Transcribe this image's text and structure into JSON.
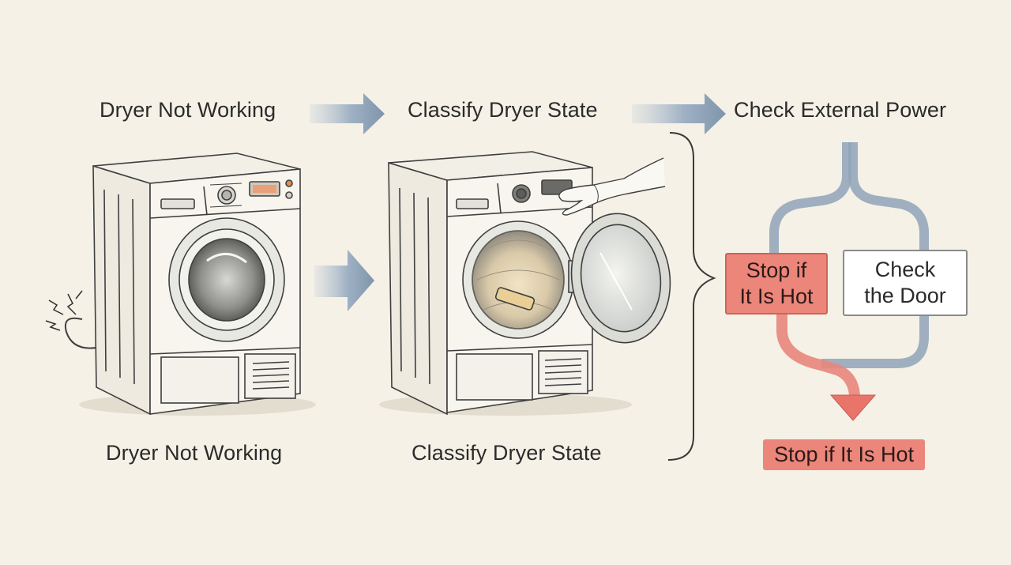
{
  "top_steps": [
    {
      "label": "Dryer Not Working"
    },
    {
      "label": "Classify Dryer State"
    },
    {
      "label": "Check External Power"
    }
  ],
  "bottom_captions": [
    {
      "label": "Dryer Not Working"
    },
    {
      "label": "Classify Dryer State"
    }
  ],
  "branches": {
    "hot": {
      "label_line1": "Stop if",
      "label_line2": "It Is Hot"
    },
    "door": {
      "label_line1": "Check",
      "label_line2": "the Door"
    }
  },
  "outcome": {
    "label": "Stop if It Is Hot"
  },
  "colors": {
    "background": "#f5f1e6",
    "arrow_blue": "#8fa3b8",
    "alert_red": "#ec857a",
    "ink": "#3a3a3a"
  }
}
